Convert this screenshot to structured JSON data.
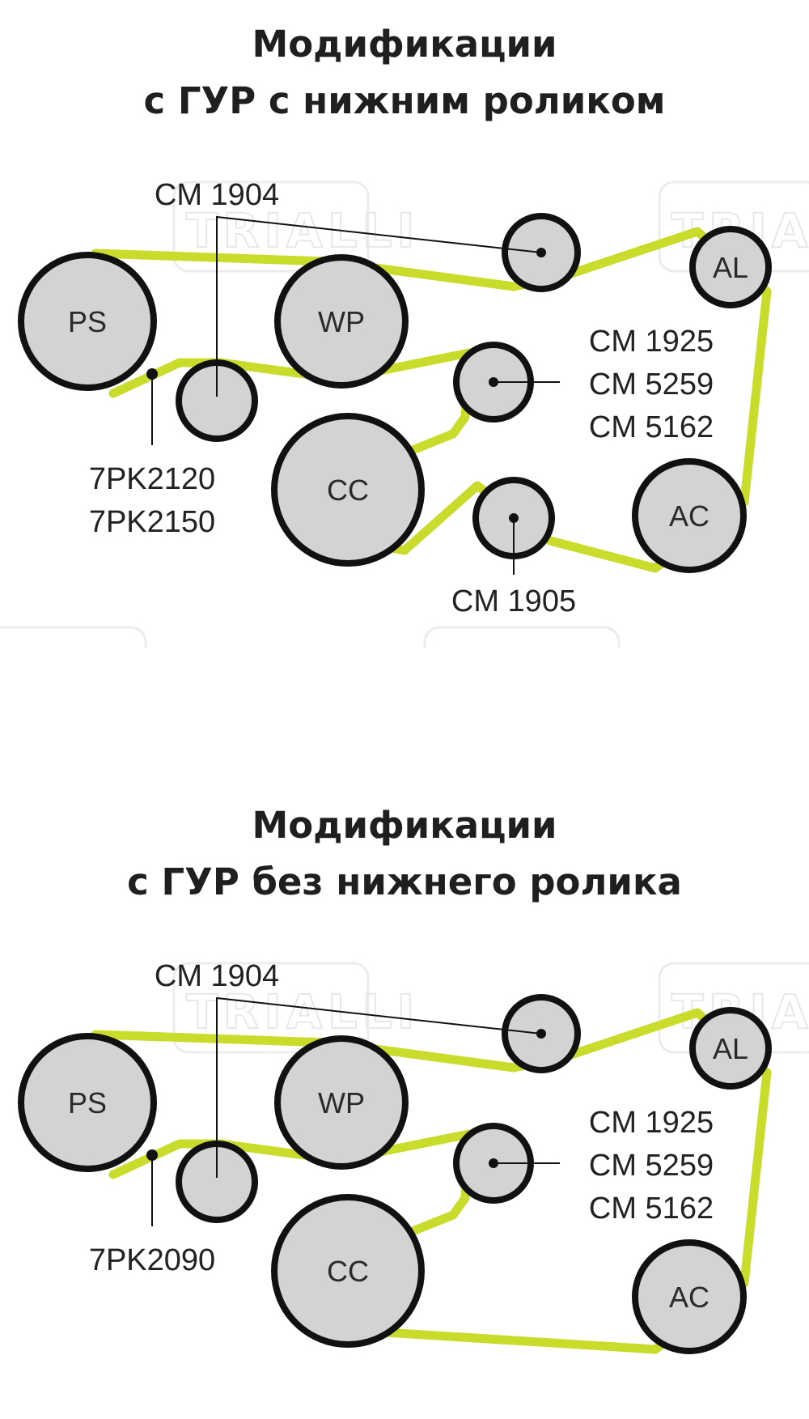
{
  "section1": {
    "title_line1": "Модификации",
    "title_line2": "с ГУР с нижним роликом",
    "pulleys": {
      "ps": "PS",
      "wp": "WP",
      "cc": "CC",
      "al": "AL",
      "ac": "AC"
    },
    "labels": {
      "top_idler": "CM 1904",
      "tensioner_1": "CM 1925",
      "tensioner_2": "CM 5259",
      "tensioner_3": "CM 5162",
      "belt_1": "7PK2120",
      "belt_2": "7PK2150",
      "bottom_idler": "CM 1905"
    }
  },
  "section2": {
    "title_line1": "Модификации",
    "title_line2": "с ГУР без нижнего ролика",
    "pulleys": {
      "ps": "PS",
      "wp": "WP",
      "cc": "CC",
      "al": "AL",
      "ac": "AC"
    },
    "labels": {
      "top_idler": "CM 1904",
      "tensioner_1": "CM 1925",
      "tensioner_2": "CM 5259",
      "tensioner_3": "CM 5162",
      "belt_1": "7PK2090"
    }
  },
  "watermark": "TRIALLI",
  "colors": {
    "belt": "#c9dc2b",
    "pulley_fill": "#d3d3d3",
    "pulley_stroke": "#111111"
  }
}
